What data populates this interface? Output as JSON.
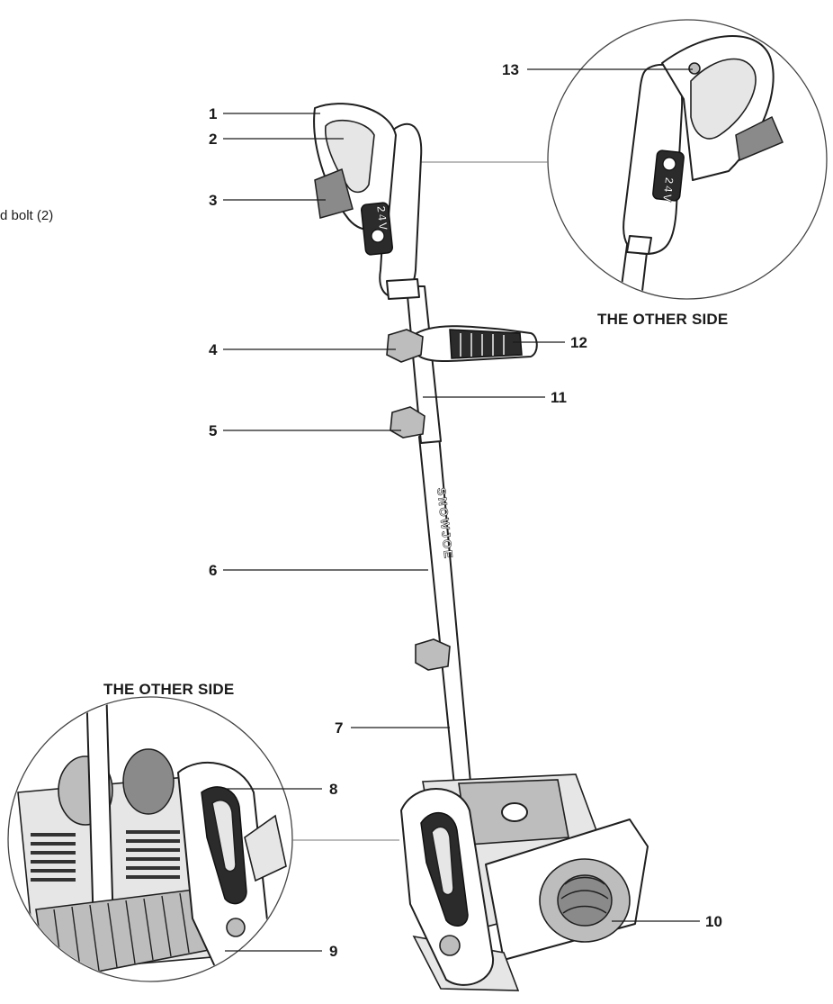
{
  "cut_off_text": "d bolt (2)",
  "callouts": [
    "1",
    "2",
    "3",
    "4",
    "5",
    "6",
    "7",
    "8",
    "9",
    "10",
    "11",
    "12",
    "13"
  ],
  "inset_top": {
    "title": "THE OTHER SIDE"
  },
  "inset_bottom": {
    "title": "THE OTHER SIDE"
  },
  "shaft_brand": "SNOWJOE",
  "battery_label": "24V"
}
